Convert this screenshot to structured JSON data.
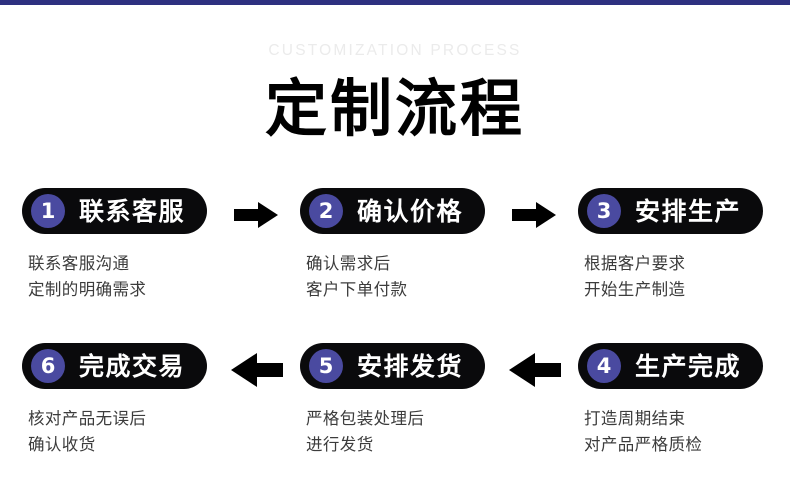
{
  "page": {
    "accent_bar_color": "#2e3080",
    "background_color": "#ffffff",
    "pill_color": "#0a0a0c",
    "badge_color": "#4a4aa0"
  },
  "header": {
    "eyebrow": "CUSTOMIZATION PROCESS",
    "title": "定制流程"
  },
  "steps": [
    {
      "number": "1",
      "label": "联系客服",
      "desc_line1": "联系客服沟通",
      "desc_line2": "定制的明确需求"
    },
    {
      "number": "2",
      "label": "确认价格",
      "desc_line1": "确认需求后",
      "desc_line2": "客户下单付款"
    },
    {
      "number": "3",
      "label": "安排生产",
      "desc_line1": "根据客户要求",
      "desc_line2": "开始生产制造"
    },
    {
      "number": "6",
      "label": "完成交易",
      "desc_line1": "核对产品无误后",
      "desc_line2": "确认收货"
    },
    {
      "number": "5",
      "label": "安排发货",
      "desc_line1": "严格包装处理后",
      "desc_line2": "进行发货"
    },
    {
      "number": "4",
      "label": "生产完成",
      "desc_line1": "打造周期结束",
      "desc_line2": "对产品严格质检"
    }
  ],
  "arrows": {
    "top_direction": "right",
    "bottom_direction": "left"
  }
}
